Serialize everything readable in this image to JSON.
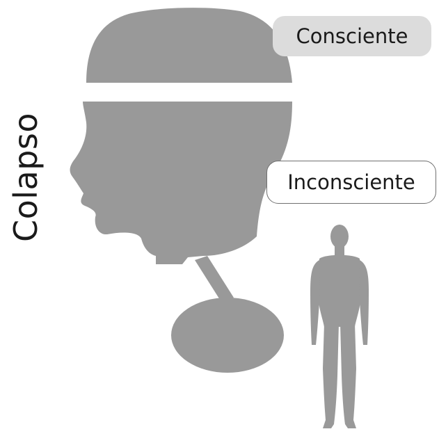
{
  "diagram": {
    "side_label": "Colapso",
    "labels": {
      "conscious": "Consciente",
      "unconscious": "Inconsciente"
    },
    "colors": {
      "figure_fill": "#999999",
      "conscious_pill_fill": "#dcdcdc",
      "unconscious_pill_border": "#6f6f6f",
      "text": "#1a1a1a"
    }
  }
}
